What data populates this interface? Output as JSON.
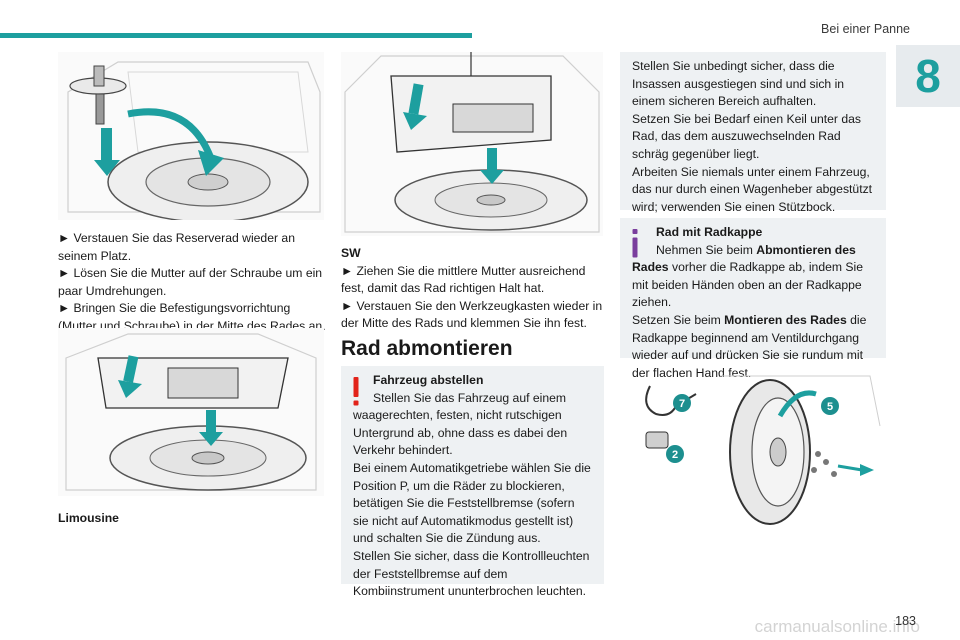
{
  "header": {
    "section_title": "Bei einer Panne",
    "chapter_number": "8"
  },
  "left_column": {
    "bullets": [
      "► Verstauen Sie das Reserverad wieder an seinem Platz.",
      "► Lösen Sie die Mutter auf der Schraube um ein paar Umdrehungen.",
      "► Bringen Sie die Befestigungsvorrichtung (Mutter und Schraube) in der Mitte des Rades an."
    ],
    "caption": "Limousine"
  },
  "middle_column": {
    "caption": "SW",
    "bullets": [
      "► Ziehen Sie die mittlere Mutter ausreichend fest, damit das Rad richtigen Halt hat.",
      "► Verstauen Sie den Werkzeugkasten wieder in der Mitte des Rads und klemmen Sie ihn fest."
    ],
    "heading": "Rad abmontieren",
    "warning_box": {
      "title": "Fahrzeug abstellen",
      "lines": [
        "Stellen Sie das Fahrzeug auf einem waagerechten, festen, nicht rutschigen Untergrund ab, ohne dass es dabei den Verkehr behindert.",
        "Bei einem Automatikgetriebe wählen Sie die Position P, um die Räder zu blockieren, betätigen Sie die Feststellbremse (sofern sie nicht auf Automatikmodus gestellt ist) und schalten Sie die Zündung aus.",
        "Stellen Sie sicher, dass die Kontrollleuchten der Feststellbremse auf dem Kombiinstrument ununterbrochen leuchten."
      ]
    }
  },
  "right_column": {
    "note_box": {
      "lines": [
        "Stellen Sie unbedingt sicher, dass die Insassen ausgestiegen sind und sich in einem sicheren Bereich aufhalten.",
        "Setzen Sie bei Bedarf einen Keil unter das Rad, das dem auszuwechselnden Rad schräg gegenüber liegt.",
        "Arbeiten Sie niemals unter einem Fahrzeug, das nur durch einen Wagenheber abgestützt wird; verwenden Sie einen Stützbock."
      ]
    },
    "info_box": {
      "title": "Rad mit Radkappe",
      "line1_pre": "Nehmen Sie beim ",
      "line1_bold": "Abmontieren des Rades",
      "line1_post": " vorher die Radkappe ab, indem Sie mit beiden Händen oben an der Radkappe ziehen.",
      "line2_pre": "Setzen Sie beim ",
      "line2_bold": "Montieren des Rades",
      "line2_post": " die Radkappe beginnend am Ventildurchgang wieder auf und drücken Sie sie rundum mit der flachen Hand fest."
    },
    "figure_labels": [
      "7",
      "5",
      "2"
    ]
  },
  "footer": {
    "page_number": "183",
    "watermark": "carmanualsonline.info"
  },
  "colors": {
    "accent": "#1d9f9f",
    "warning": "#e2231a",
    "info": "#7a3e9d",
    "box_bg": "#eef1f3",
    "badge": "#1d8f8f"
  }
}
